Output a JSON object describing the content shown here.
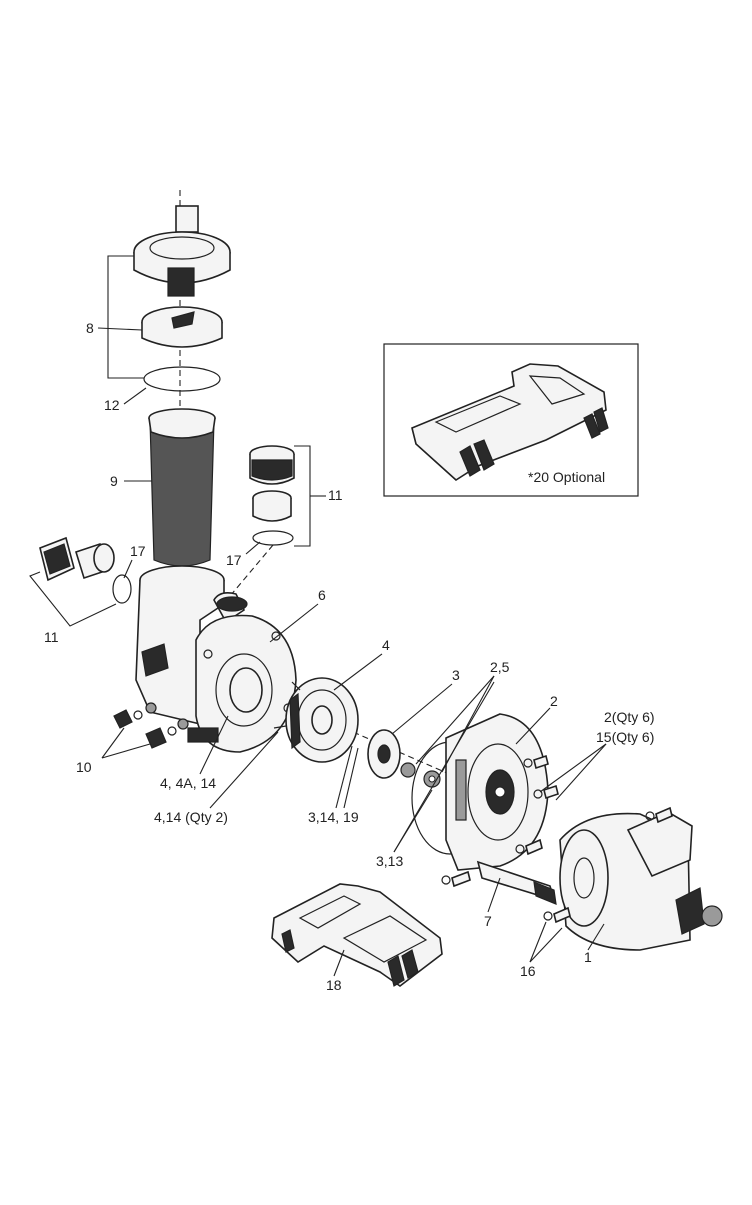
{
  "callouts": {
    "c8": "8",
    "c12": "12",
    "c9": "9",
    "c11_top": "11",
    "c17_right": "17",
    "c17_left": "17",
    "c11_left": "11",
    "c6": "6",
    "c4": "4",
    "c3": "3",
    "c2_5": "2,5",
    "c2": "2",
    "c2_qty6": "2(Qty 6)",
    "c15_qty6": "15(Qty 6)",
    "c10": "10",
    "c4_4a_14": "4, 4A, 14",
    "c4_14_qty2": "4,14 (Qty 2)",
    "c3_14_19": "3,14, 19",
    "c3_13": "3,13",
    "c7": "7",
    "c16": "16",
    "c1": "1",
    "c18": "18"
  },
  "optional_box": {
    "label": "*20 Optional"
  }
}
